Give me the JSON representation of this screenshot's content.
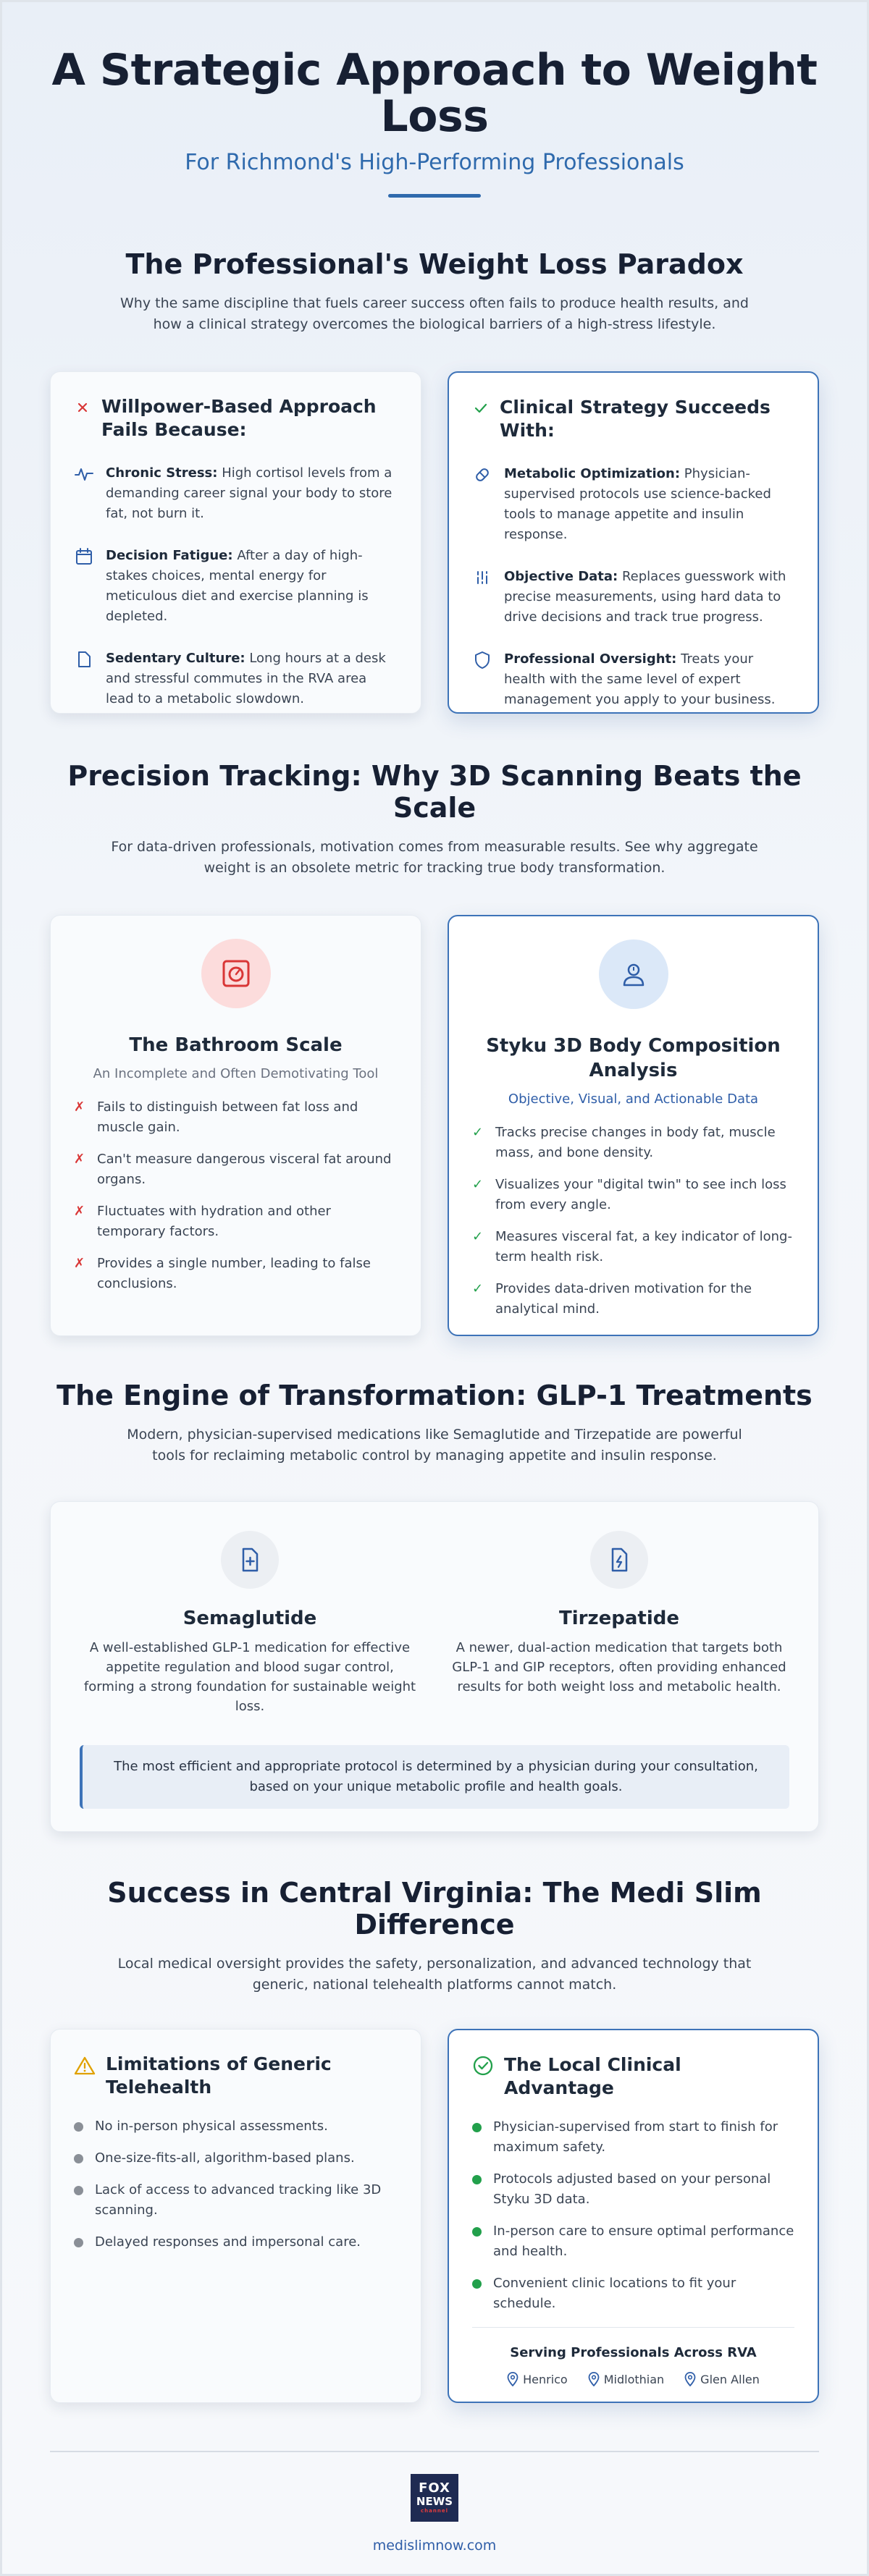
{
  "header": {
    "title": "A Strategic Approach to Weight Loss",
    "subtitle": "For Richmond's High-Performing Professionals"
  },
  "paradox": {
    "title": "The Professional's Weight Loss Paradox",
    "desc": "Why the same discipline that fuels career success often fails to produce health results, and how a clinical strategy overcomes the biological barriers of a high-stress lifestyle.",
    "left": {
      "title": "Willpower-Based Approach Fails Because:",
      "icon": "x-icon",
      "items": [
        {
          "icon": "pulse-icon",
          "bold": "Chronic Stress:",
          "text": " High cortisol levels from a demanding career signal your body to store fat, not burn it."
        },
        {
          "icon": "calendar-icon",
          "bold": "Decision Fatigue:",
          "text": " After a day of high-stakes choices, mental energy for meticulous diet and exercise planning is depleted."
        },
        {
          "icon": "file-icon",
          "bold": "Sedentary Culture:",
          "text": " Long hours at a desk and stressful commutes in the RVA area lead to a metabolic slowdown."
        }
      ]
    },
    "right": {
      "title": "Clinical Strategy Succeeds With:",
      "icon": "check-icon",
      "items": [
        {
          "icon": "pill-icon",
          "bold": "Metabolic Optimization:",
          "text": " Physician-supervised protocols use science-backed tools to manage appetite and insulin response."
        },
        {
          "icon": "data-icon",
          "bold": "Objective Data:",
          "text": " Replaces guesswork with precise measurements, using hard data to drive decisions and track true progress."
        },
        {
          "icon": "shield-icon",
          "bold": "Professional Oversight:",
          "text": " Treats your health with the same level of expert management you apply to your business."
        }
      ]
    }
  },
  "tracking": {
    "title": "Precision Tracking: Why 3D Scanning Beats the Scale",
    "desc": "For data-driven professionals, motivation comes from measurable results. See why aggregate weight is an obsolete metric for tracking true body transformation.",
    "left": {
      "title": "The Bathroom Scale",
      "tag": "An Incomplete and Often Demotivating Tool",
      "mark": "✗",
      "items": [
        "Fails to distinguish between fat loss and muscle gain.",
        "Can't measure dangerous visceral fat around organs.",
        "Fluctuates with hydration and other temporary factors.",
        "Provides a single number, leading to false conclusions."
      ]
    },
    "right": {
      "title": "Styku 3D Body Composition Analysis",
      "tag": "Objective, Visual, and Actionable Data",
      "mark": "✓",
      "items": [
        "Tracks precise changes in body fat, muscle mass, and bone density.",
        "Visualizes your \"digital twin\" to see inch loss from every angle.",
        "Measures visceral fat, a key indicator of long-term health risk.",
        "Provides data-driven motivation for the analytical mind."
      ]
    }
  },
  "engine": {
    "title": "The Engine of Transformation: GLP-1 Treatments",
    "desc": "Modern, physician-supervised medications like Semaglutide and Tirzepatide are powerful tools for reclaiming metabolic control by managing appetite and insulin response.",
    "drugs": [
      {
        "name": "Semaglutide",
        "text": "A well-established GLP-1 medication for effective appetite regulation and blood sugar control, forming a strong foundation for sustainable weight loss."
      },
      {
        "name": "Tirzepatide",
        "text": "A newer, dual-action medication that targets both GLP-1 and GIP receptors, often providing enhanced results for both weight loss and metabolic health."
      }
    ],
    "note": "The most efficient and appropriate protocol is determined by a physician during your consultation, based on your unique metabolic profile and health goals."
  },
  "success": {
    "title": "Success in Central Virginia: The Medi Slim Difference",
    "desc": "Local medical oversight provides the safety, personalization, and advanced technology that generic, national telehealth platforms cannot match.",
    "left": {
      "title": "Limitations of Generic Telehealth",
      "items": [
        "No in-person physical assessments.",
        "One-size-fits-all, algorithm-based plans.",
        "Lack of access to advanced tracking like 3D scanning.",
        "Delayed responses and impersonal care."
      ]
    },
    "right": {
      "title": "The Local Clinical Advantage",
      "items": [
        "Physician-supervised from start to finish for maximum safety.",
        "Protocols adjusted based on your personal Styku 3D data.",
        "In-person care to ensure optimal performance and health.",
        "Convenient clinic locations to fit your schedule."
      ],
      "serving_title": "Serving Professionals Across RVA",
      "locations": [
        "Henrico",
        "Midlothian",
        "Glen Allen"
      ]
    }
  },
  "footer": {
    "logo_line1": "FOX",
    "logo_line2": "NEWS",
    "logo_line3": "channel",
    "site": "medislimnow.com"
  },
  "colors": {
    "accent": "#2f6aad",
    "card_border": "#3d73b8",
    "negative": "#d93636",
    "positive": "#22a04b"
  }
}
